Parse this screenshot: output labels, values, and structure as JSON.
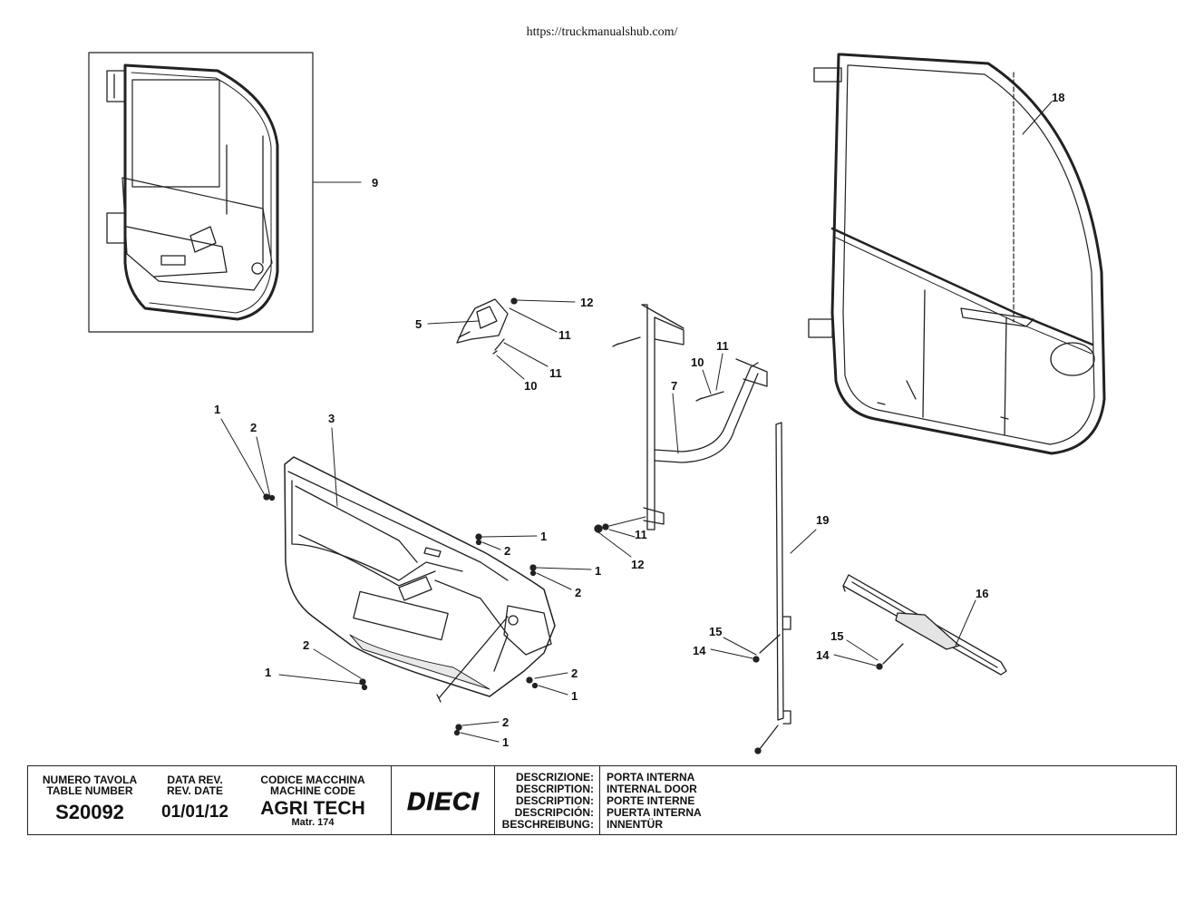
{
  "header": {
    "url": "https://truckmanualshub.com/"
  },
  "callouts": {
    "c9": "9",
    "c18": "18",
    "c12a": "12",
    "c5": "5",
    "c11a": "11",
    "c11b": "11",
    "c10a": "10",
    "c10b": "10",
    "c11c": "11",
    "c7": "7",
    "c1a": "1",
    "c2a": "2",
    "c3": "3",
    "c1b": "1",
    "c2b": "2",
    "c1c": "1",
    "c2c": "2",
    "c11d": "11",
    "c12b": "12",
    "c19": "19",
    "c16": "16",
    "c15a": "15",
    "c14a": "14",
    "c15b": "15",
    "c14b": "14",
    "c2d": "2",
    "c1d": "1",
    "c2e": "2",
    "c1e": "1",
    "c2f": "2",
    "c1f": "1"
  },
  "title_block": {
    "table_number_label_1": "NUMERO TAVOLA",
    "table_number_label_2": "TABLE NUMBER",
    "table_number": "S20092",
    "rev_date_label_1": "DATA REV.",
    "rev_date_label_2": "REV. DATE",
    "rev_date": "01/01/12",
    "machine_code_label_1": "CODICE MACCHINA",
    "machine_code_label_2": "MACHINE CODE",
    "machine_code": "AGRI TECH",
    "matr": "Matr. 174",
    "logo_text": "DIECI",
    "description_labels": [
      "DESCRIZIONE:",
      "DESCRIPTION:",
      "DESCRIPTION:",
      "DESCRIPCIÓN:",
      "BESCHREIBUNG:"
    ],
    "description_values": [
      "PORTA INTERNA",
      "INTERNAL DOOR",
      "PORTE INTERNE",
      "PUERTA INTERNA",
      "INNENTÜR"
    ]
  }
}
